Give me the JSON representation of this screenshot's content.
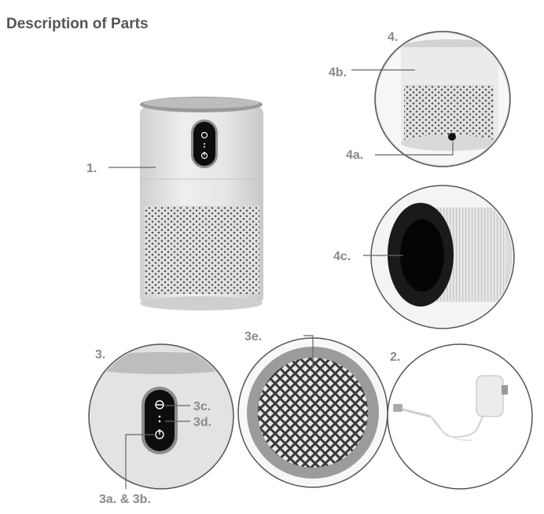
{
  "heading": "Description of Parts",
  "labels": {
    "l1": "1.",
    "l2": "2.",
    "l3": "3.",
    "l3ab": "3a. & 3b.",
    "l3c": "3c.",
    "l3d": "3d.",
    "l3e": "3e.",
    "l4": "4.",
    "l4a": "4a.",
    "l4b": "4b.",
    "l4c": "4c."
  },
  "icons": [
    "fan-icon",
    "power-icon"
  ],
  "colors": {
    "label_text": "#8a8a8a",
    "leader_line": "#666666",
    "panel_black": "#0d0d0d",
    "body_gray": "#e4e4e4"
  }
}
